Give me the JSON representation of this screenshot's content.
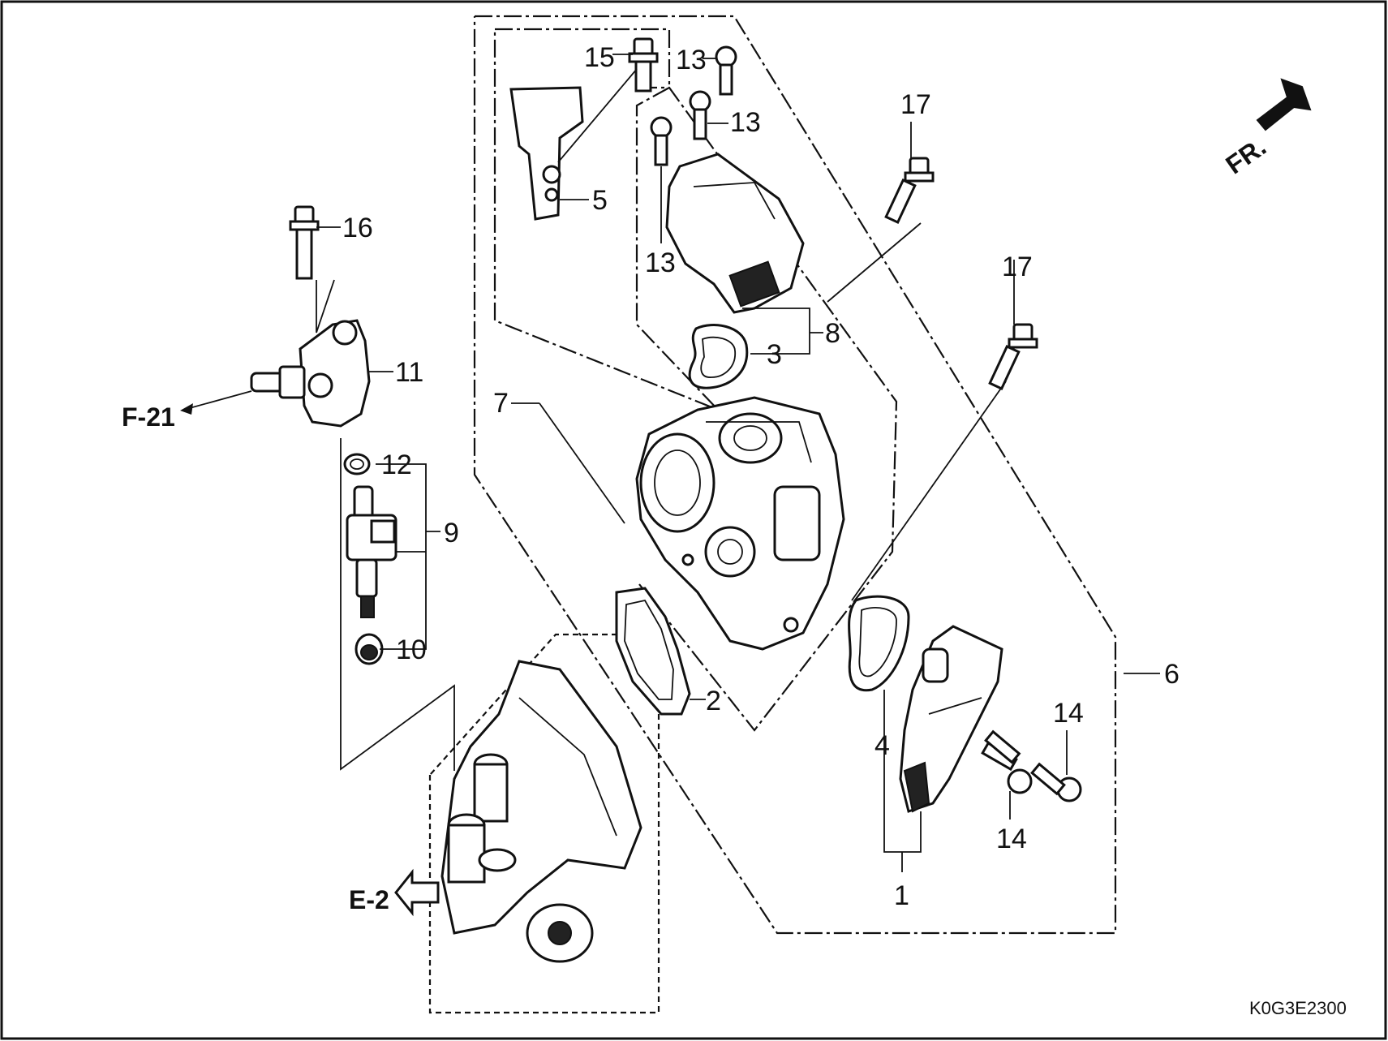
{
  "diagram": {
    "callouts": {
      "c1": "1",
      "c2": "2",
      "c3": "3",
      "c4": "4",
      "c5": "5",
      "c6": "6",
      "c7": "7",
      "c8": "8",
      "c9": "9",
      "c10": "10",
      "c11": "11",
      "c12": "12",
      "c13a": "13",
      "c13b": "13",
      "c13c": "13",
      "c14a": "14",
      "c14b": "14",
      "c15": "15",
      "c16": "16",
      "c17a": "17",
      "c17b": "17"
    },
    "references": {
      "f21": "F-21",
      "e2": "E-2",
      "fr": "FR."
    },
    "figure_code": "K0G3E2300"
  }
}
